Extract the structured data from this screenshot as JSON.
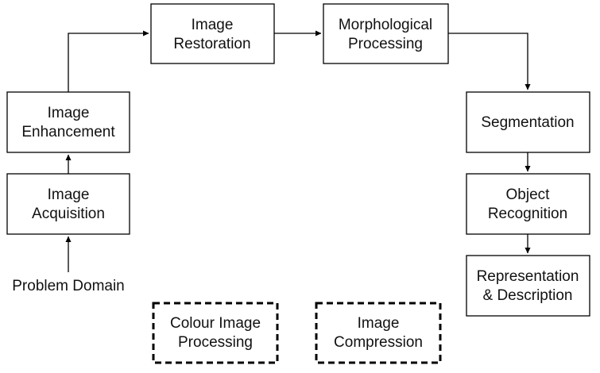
{
  "diagram": {
    "nodes": [
      {
        "id": "image-acquisition",
        "lines": [
          "Image",
          "Acquisition"
        ],
        "style": "solid"
      },
      {
        "id": "image-enhancement",
        "lines": [
          "Image",
          "Enhancement"
        ],
        "style": "solid"
      },
      {
        "id": "image-restoration",
        "lines": [
          "Image",
          "Restoration"
        ],
        "style": "solid"
      },
      {
        "id": "morphological-processing",
        "lines": [
          "Morphological",
          "Processing"
        ],
        "style": "solid"
      },
      {
        "id": "segmentation",
        "lines": [
          "Segmentation"
        ],
        "style": "solid"
      },
      {
        "id": "object-recognition",
        "lines": [
          "Object",
          "Recognition"
        ],
        "style": "solid"
      },
      {
        "id": "representation-description",
        "lines": [
          "Representation",
          "& Description"
        ],
        "style": "solid"
      },
      {
        "id": "colour-image-processing",
        "lines": [
          "Colour Image",
          "Processing"
        ],
        "style": "dashed"
      },
      {
        "id": "image-compression",
        "lines": [
          "Image",
          "Compression"
        ],
        "style": "dashed"
      }
    ],
    "input_label": "Problem Domain",
    "edges": [
      {
        "from": "problem-domain",
        "to": "image-acquisition"
      },
      {
        "from": "image-acquisition",
        "to": "image-enhancement"
      },
      {
        "from": "image-enhancement",
        "to": "image-restoration"
      },
      {
        "from": "image-restoration",
        "to": "morphological-processing"
      },
      {
        "from": "morphological-processing",
        "to": "segmentation"
      },
      {
        "from": "segmentation",
        "to": "object-recognition"
      },
      {
        "from": "object-recognition",
        "to": "representation-description"
      }
    ]
  }
}
